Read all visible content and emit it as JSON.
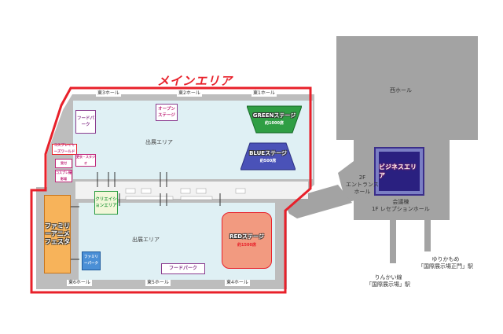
{
  "title": "メインエリア",
  "halls": {
    "h3": "東3ホール",
    "h2": "東2ホール",
    "h1": "東1ホール",
    "h6": "東6ホール",
    "h5": "東5ホール",
    "h4": "東4ホール",
    "west": "西ホール"
  },
  "exhibit_area": "出展エリア",
  "zones": {
    "food_park": "フードパーク",
    "open_stage": "オープンステージ",
    "green_stage": "GREENステージ",
    "green_capacity": "約1000席",
    "blue_stage": "BLUEステージ",
    "blue_capacity": "約500席",
    "red_stage": "REDステージ",
    "red_capacity": "約1500席",
    "cosplay": "コスプレイヤーズワールド",
    "creation": "クリエイションエリア",
    "family": "ファミリーアニメフェスタ",
    "family_park": "ファミリーパーク",
    "business": "ビジネスエリア",
    "small1": "更衣・スタジオ",
    "small2": "受付",
    "small3": "コスプレ撮影場"
  },
  "venue": {
    "entrance_line1": "2F",
    "entrance_line2": "エントランス",
    "entrance_line3": "ホール",
    "conference_line1": "会議棟",
    "conference_line2": "1F レセプションホール",
    "rinkai_line1": "りんかい線",
    "rinkai_line2": "「国際展示場」駅",
    "yuri_line1": "ゆりかもめ",
    "yuri_line2": "「国際展示場正門」駅"
  },
  "colors": {
    "main_border": "#e8202a",
    "hall_fill": "#dff0f4",
    "building_gray": "#a3a3a3",
    "green": "#2f9e44",
    "blue": "#4a52b8",
    "red": "#e8202a",
    "purple": "#8a3c8f",
    "orange": "#e79a3a"
  }
}
